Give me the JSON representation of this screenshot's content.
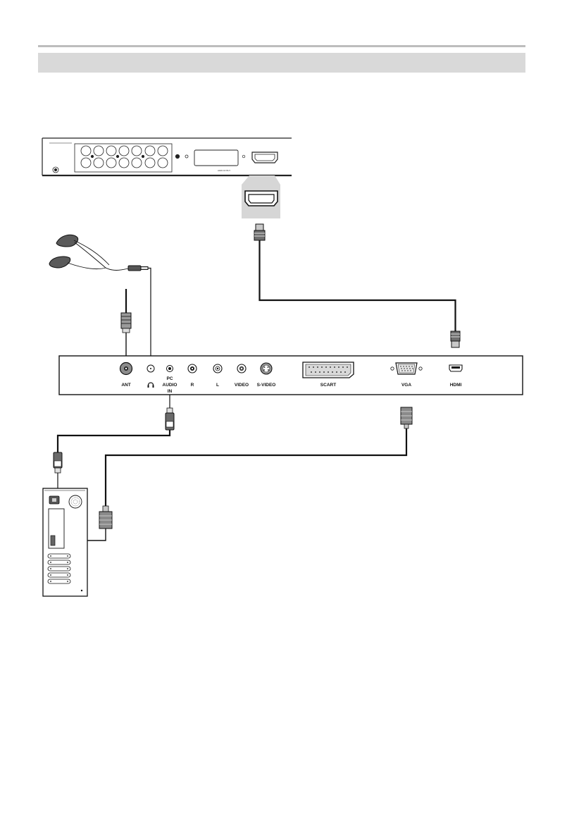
{
  "panel": {
    "ports": [
      {
        "id": "ant",
        "label": "ANT"
      },
      {
        "id": "headphone",
        "label": "",
        "icon": "headphone-icon"
      },
      {
        "id": "pc-audio",
        "label_lines": [
          "PC",
          "AUDIO",
          "IN"
        ]
      },
      {
        "id": "r",
        "label": "R"
      },
      {
        "id": "l",
        "label": "L"
      },
      {
        "id": "video",
        "label": "VIDEO"
      },
      {
        "id": "s-video",
        "label": "S-VIDEO"
      },
      {
        "id": "scart",
        "label": "SCART"
      },
      {
        "id": "vga",
        "label": "VGA"
      },
      {
        "id": "hdmi",
        "label": "HDMI"
      }
    ]
  },
  "devices": [
    "dvd-player",
    "headphones",
    "antenna-cable",
    "pc-tower"
  ],
  "colors": {
    "line": "#111111",
    "band": "#d9d9d9",
    "rule": "#bdbdbd",
    "connector-fill": "#d4d4d4"
  }
}
